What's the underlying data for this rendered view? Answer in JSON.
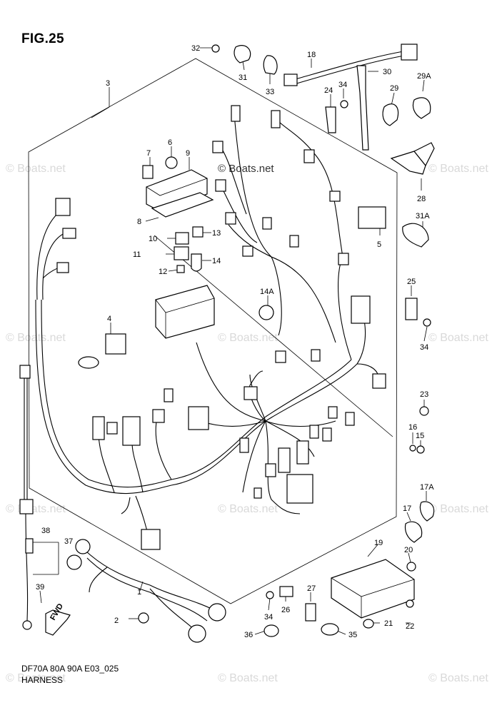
{
  "figure": {
    "title": "FIG.25",
    "footer_code": "DF70A 80A 90A E03_025",
    "footer_name": "HARNESS"
  },
  "watermark": {
    "text": "© Boats.net"
  },
  "callouts": [
    {
      "id": "c1",
      "label": "1"
    },
    {
      "id": "c2",
      "label": "2"
    },
    {
      "id": "c3",
      "label": "3"
    },
    {
      "id": "c4",
      "label": "4"
    },
    {
      "id": "c5",
      "label": "5"
    },
    {
      "id": "c6",
      "label": "6"
    },
    {
      "id": "c7",
      "label": "7"
    },
    {
      "id": "c8",
      "label": "8"
    },
    {
      "id": "c9",
      "label": "9"
    },
    {
      "id": "c10",
      "label": "10"
    },
    {
      "id": "c11",
      "label": "11"
    },
    {
      "id": "c12",
      "label": "12"
    },
    {
      "id": "c13",
      "label": "13"
    },
    {
      "id": "c14",
      "label": "14"
    },
    {
      "id": "c14a",
      "label": "14A"
    },
    {
      "id": "c15",
      "label": "15"
    },
    {
      "id": "c16",
      "label": "16"
    },
    {
      "id": "c17",
      "label": "17"
    },
    {
      "id": "c17a",
      "label": "17A"
    },
    {
      "id": "c18",
      "label": "18"
    },
    {
      "id": "c19",
      "label": "19"
    },
    {
      "id": "c20",
      "label": "20"
    },
    {
      "id": "c21",
      "label": "21"
    },
    {
      "id": "c22",
      "label": "22"
    },
    {
      "id": "c23",
      "label": "23"
    },
    {
      "id": "c24",
      "label": "24"
    },
    {
      "id": "c25",
      "label": "25"
    },
    {
      "id": "c26",
      "label": "26"
    },
    {
      "id": "c27",
      "label": "27"
    },
    {
      "id": "c28",
      "label": "28"
    },
    {
      "id": "c29",
      "label": "29"
    },
    {
      "id": "c29a",
      "label": "29A"
    },
    {
      "id": "c30",
      "label": "30"
    },
    {
      "id": "c31",
      "label": "31"
    },
    {
      "id": "c31a",
      "label": "31A"
    },
    {
      "id": "c32",
      "label": "32"
    },
    {
      "id": "c33",
      "label": "33"
    },
    {
      "id": "c34a",
      "label": "34"
    },
    {
      "id": "c34b",
      "label": "34"
    },
    {
      "id": "c34c",
      "label": "34"
    },
    {
      "id": "c35",
      "label": "35"
    },
    {
      "id": "c36",
      "label": "36"
    },
    {
      "id": "c37",
      "label": "37"
    },
    {
      "id": "c38",
      "label": "38"
    },
    {
      "id": "c39",
      "label": "39"
    }
  ],
  "fwd_label": "FWD"
}
